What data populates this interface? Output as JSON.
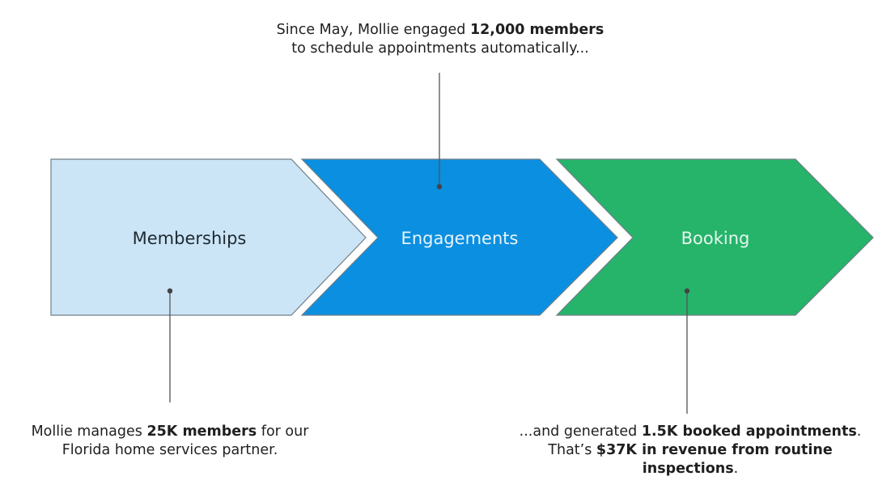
{
  "stages": [
    {
      "label": "Memberships",
      "fill": "#cce5f6",
      "stroke": "#6f7f88",
      "text_color": "#1c2a33"
    },
    {
      "label": "Engagements",
      "fill": "#0b8fe0",
      "stroke": "#6f7f88",
      "text_color": "#e8f4fc"
    },
    {
      "label": "Booking",
      "fill": "#25b46a",
      "stroke": "#6f7f88",
      "text_color": "#e6f7ee"
    }
  ],
  "annotations": {
    "top": {
      "line1_pre": "Since May, Mollie engaged ",
      "line1_bold": "12,000 members",
      "line2": "to schedule appointments automatically..."
    },
    "left": {
      "line1_pre": "Mollie manages ",
      "line1_bold": "25K members",
      "line1_post": " for our",
      "line2": "Florida home services partner."
    },
    "right": {
      "line1_pre": "...and generated ",
      "line1_bold": "1.5K booked appointments",
      "line1_post": ".",
      "line2_pre": "That’s ",
      "line2_bold": "$37K in revenue from routine",
      "line3_bold": "inspections",
      "line3_post": "."
    }
  },
  "connector_color": "#555555"
}
